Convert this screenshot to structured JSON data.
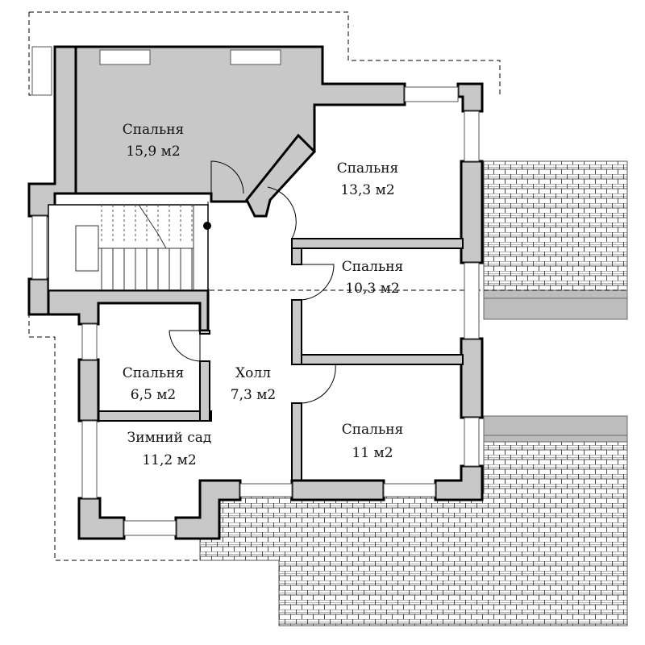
{
  "rooms": [
    {
      "name": "Спальня",
      "area": "15,9  м2"
    },
    {
      "name": "Спальня",
      "area": "13,3  м2"
    },
    {
      "name": "Спальня",
      "area": "10,3  м2"
    },
    {
      "name": "Спальня",
      "area": "6,5  м2"
    },
    {
      "name": "Холл",
      "area": "7,3  м2"
    },
    {
      "name": "Зимний сад",
      "area": "11,2  м2"
    },
    {
      "name": "Спальня",
      "area": "11  м2"
    }
  ],
  "colors": {
    "wall_fill": "#c8c8c8",
    "roof_tile": "#000000",
    "background": "#ffffff"
  }
}
